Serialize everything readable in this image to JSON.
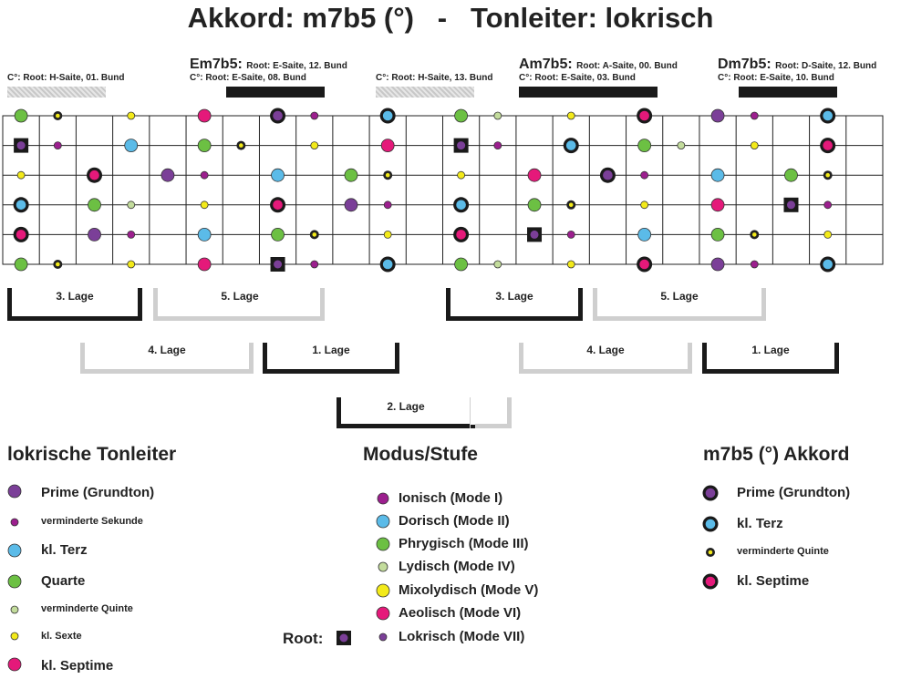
{
  "title": "Akkord: m7b5 (°)   -   Tonleiter: lokrisch",
  "colors": {
    "prime": "#7b3f98",
    "sekunde": "#9c1f8e",
    "terz": "#5bbbe8",
    "quarte": "#6cc043",
    "quinte": "#c3dc9c",
    "sexte": "#f3ea1a",
    "septime": "#e5197a",
    "ionisch": "#9c1f8e",
    "dorisch": "#5bbbe8",
    "phrygisch": "#6cc043",
    "lydisch": "#c3dc9c",
    "mixolydisch": "#f3ea1a",
    "aeolisch": "#e5197a",
    "lokrisch": "#7b3f98"
  },
  "chord_headers": [
    {
      "big": "Em7b5:",
      "sub": "Root: E-Saite, 12. Bund",
      "line2": "C°: Root: E-Saite, 08. Bund"
    },
    {
      "big": "Am7b5:",
      "sub": "Root: A-Saite, 00. Bund",
      "line2": "C°: Root: E-Saite, 03. Bund"
    },
    {
      "big": "Dm7b5:",
      "sub": "Root: D-Saite, 12. Bund",
      "line2": "C°: Root: E-Saite, 10. Bund"
    }
  ],
  "c_headers": [
    "C°: Root: H-Saite, 01. Bund",
    "C°: Root: H-Saite, 13. Bund"
  ],
  "lage_labels": [
    "3. Lage",
    "5. Lage",
    "3. Lage",
    "5. Lage",
    "4. Lage",
    "1. Lage",
    "4. Lage",
    "1. Lage",
    "2. Lage"
  ],
  "fretboard": {
    "strings": 6,
    "frets": 24,
    "notes": [
      {
        "s": 1,
        "f": 0,
        "d": "quarte"
      },
      {
        "s": 1,
        "f": 1,
        "d": "quinte-chord"
      },
      {
        "s": 1,
        "f": 3,
        "d": "sexte"
      },
      {
        "s": 1,
        "f": 5,
        "d": "septime"
      },
      {
        "s": 1,
        "f": 7,
        "d": "prime-chord"
      },
      {
        "s": 1,
        "f": 8,
        "d": "sekunde"
      },
      {
        "s": 1,
        "f": 10,
        "d": "terz-chord"
      },
      {
        "s": 1,
        "f": 12,
        "d": "quarte"
      },
      {
        "s": 1,
        "f": 13,
        "d": "quinte"
      },
      {
        "s": 1,
        "f": 15,
        "d": "sexte"
      },
      {
        "s": 1,
        "f": 17,
        "d": "septime-chord"
      },
      {
        "s": 1,
        "f": 19,
        "d": "prime"
      },
      {
        "s": 1,
        "f": 20,
        "d": "sekunde"
      },
      {
        "s": 1,
        "f": 22,
        "d": "terz-chord"
      },
      {
        "s": 2,
        "f": 0,
        "d": "root"
      },
      {
        "s": 2,
        "f": 1,
        "d": "sekunde"
      },
      {
        "s": 2,
        "f": 3,
        "d": "terz"
      },
      {
        "s": 2,
        "f": 5,
        "d": "quarte"
      },
      {
        "s": 2,
        "f": 6,
        "d": "quinte-chord"
      },
      {
        "s": 2,
        "f": 8,
        "d": "sexte"
      },
      {
        "s": 2,
        "f": 10,
        "d": "septime"
      },
      {
        "s": 2,
        "f": 12,
        "d": "root"
      },
      {
        "s": 2,
        "f": 13,
        "d": "sekunde"
      },
      {
        "s": 2,
        "f": 15,
        "d": "terz-chord"
      },
      {
        "s": 2,
        "f": 17,
        "d": "quarte"
      },
      {
        "s": 2,
        "f": 18,
        "d": "quinte"
      },
      {
        "s": 2,
        "f": 20,
        "d": "sexte"
      },
      {
        "s": 2,
        "f": 22,
        "d": "septime-chord"
      },
      {
        "s": 3,
        "f": 0,
        "d": "sexte"
      },
      {
        "s": 3,
        "f": 2,
        "d": "septime-chord"
      },
      {
        "s": 3,
        "f": 4,
        "d": "prime"
      },
      {
        "s": 3,
        "f": 5,
        "d": "sekunde"
      },
      {
        "s": 3,
        "f": 7,
        "d": "terz"
      },
      {
        "s": 3,
        "f": 9,
        "d": "quarte"
      },
      {
        "s": 3,
        "f": 10,
        "d": "quinte-chord"
      },
      {
        "s": 3,
        "f": 12,
        "d": "sexte"
      },
      {
        "s": 3,
        "f": 14,
        "d": "septime"
      },
      {
        "s": 3,
        "f": 16,
        "d": "prime-chord"
      },
      {
        "s": 3,
        "f": 17,
        "d": "sekunde"
      },
      {
        "s": 3,
        "f": 19,
        "d": "terz"
      },
      {
        "s": 3,
        "f": 21,
        "d": "quarte"
      },
      {
        "s": 3,
        "f": 22,
        "d": "quinte-chord"
      },
      {
        "s": 4,
        "f": 0,
        "d": "terz-chord"
      },
      {
        "s": 4,
        "f": 2,
        "d": "quarte"
      },
      {
        "s": 4,
        "f": 3,
        "d": "quinte"
      },
      {
        "s": 4,
        "f": 5,
        "d": "sexte"
      },
      {
        "s": 4,
        "f": 7,
        "d": "septime-chord"
      },
      {
        "s": 4,
        "f": 9,
        "d": "prime"
      },
      {
        "s": 4,
        "f": 10,
        "d": "sekunde"
      },
      {
        "s": 4,
        "f": 12,
        "d": "terz-chord"
      },
      {
        "s": 4,
        "f": 14,
        "d": "quarte"
      },
      {
        "s": 4,
        "f": 15,
        "d": "quinte-chord"
      },
      {
        "s": 4,
        "f": 17,
        "d": "sexte"
      },
      {
        "s": 4,
        "f": 19,
        "d": "septime"
      },
      {
        "s": 4,
        "f": 21,
        "d": "root"
      },
      {
        "s": 4,
        "f": 22,
        "d": "sekunde"
      },
      {
        "s": 5,
        "f": 0,
        "d": "septime-chord"
      },
      {
        "s": 5,
        "f": 2,
        "d": "prime"
      },
      {
        "s": 5,
        "f": 3,
        "d": "sekunde"
      },
      {
        "s": 5,
        "f": 5,
        "d": "terz"
      },
      {
        "s": 5,
        "f": 7,
        "d": "quarte"
      },
      {
        "s": 5,
        "f": 8,
        "d": "quinte-chord"
      },
      {
        "s": 5,
        "f": 10,
        "d": "sexte"
      },
      {
        "s": 5,
        "f": 12,
        "d": "septime-chord"
      },
      {
        "s": 5,
        "f": 14,
        "d": "root"
      },
      {
        "s": 5,
        "f": 15,
        "d": "sekunde"
      },
      {
        "s": 5,
        "f": 17,
        "d": "terz"
      },
      {
        "s": 5,
        "f": 19,
        "d": "quarte"
      },
      {
        "s": 5,
        "f": 20,
        "d": "quinte-chord"
      },
      {
        "s": 5,
        "f": 22,
        "d": "sexte"
      },
      {
        "s": 6,
        "f": 0,
        "d": "quarte"
      },
      {
        "s": 6,
        "f": 1,
        "d": "quinte-chord"
      },
      {
        "s": 6,
        "f": 3,
        "d": "sexte"
      },
      {
        "s": 6,
        "f": 5,
        "d": "septime"
      },
      {
        "s": 6,
        "f": 7,
        "d": "root"
      },
      {
        "s": 6,
        "f": 8,
        "d": "sekunde"
      },
      {
        "s": 6,
        "f": 10,
        "d": "terz-chord"
      },
      {
        "s": 6,
        "f": 12,
        "d": "quarte"
      },
      {
        "s": 6,
        "f": 13,
        "d": "quinte"
      },
      {
        "s": 6,
        "f": 15,
        "d": "sexte"
      },
      {
        "s": 6,
        "f": 17,
        "d": "septime-chord"
      },
      {
        "s": 6,
        "f": 19,
        "d": "prime"
      },
      {
        "s": 6,
        "f": 20,
        "d": "sekunde"
      },
      {
        "s": 6,
        "f": 22,
        "d": "terz-chord"
      }
    ]
  },
  "legend_scale": {
    "title": "lokrische Tonleiter",
    "items": [
      {
        "degree": "prime",
        "label": "Prime (Grundton)",
        "size": "big"
      },
      {
        "degree": "sekunde",
        "label": "verminderte Sekunde",
        "size": "small"
      },
      {
        "degree": "terz",
        "label": "kl. Terz",
        "size": "big"
      },
      {
        "degree": "quarte",
        "label": "Quarte",
        "size": "big"
      },
      {
        "degree": "quinte",
        "label": "verminderte Quinte",
        "size": "small"
      },
      {
        "degree": "sexte",
        "label": "kl. Sexte",
        "size": "small"
      },
      {
        "degree": "septime",
        "label": "kl. Septime",
        "size": "big"
      }
    ]
  },
  "legend_modes": {
    "title": "Modus/Stufe",
    "items": [
      {
        "degree": "ionisch",
        "label": "Ionisch (Mode I)"
      },
      {
        "degree": "dorisch",
        "label": "Dorisch (Mode II)"
      },
      {
        "degree": "phrygisch",
        "label": "Phrygisch (Mode III)"
      },
      {
        "degree": "lydisch",
        "label": "Lydisch (Mode IV)"
      },
      {
        "degree": "mixolydisch",
        "label": "Mixolydisch (Mode V)"
      },
      {
        "degree": "aeolisch",
        "label": "Aeolisch (Mode VI)"
      },
      {
        "degree": "lokrisch",
        "label": "Lokrisch (Mode VII)"
      }
    ]
  },
  "legend_chord": {
    "title": "m7b5 (°) Akkord",
    "items": [
      {
        "degree": "prime",
        "label": "Prime (Grundton)",
        "size": "big"
      },
      {
        "degree": "terz",
        "label": "kl. Terz",
        "size": "big"
      },
      {
        "degree": "quinte",
        "label": "verminderte Quinte",
        "size": "small"
      },
      {
        "degree": "septime",
        "label": "kl. Septime",
        "size": "big"
      }
    ]
  },
  "root_label": "Root:"
}
